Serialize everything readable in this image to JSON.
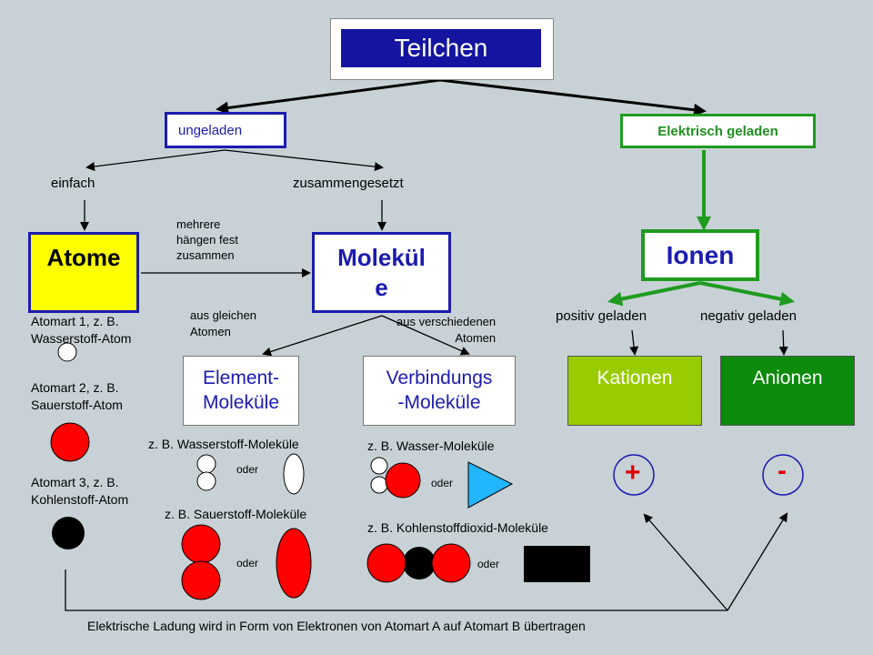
{
  "title": "Teilchen",
  "ungeladen": "ungeladen",
  "geladen": "Elektrisch geladen",
  "einfach": "einfach",
  "zusammengesetzt": "zusammengesetzt",
  "atome": "Atome",
  "molekuel_line1": "Molekül",
  "molekuel_line2": "e",
  "mehrere": [
    "mehrere",
    "hängen fest",
    "zusammen"
  ],
  "ionen": "Ionen",
  "positiv": "positiv geladen",
  "negativ": "negativ geladen",
  "aus_gleichen": [
    "aus gleichen",
    "Atomen"
  ],
  "aus_verschiedenen": [
    "aus verschiedenen",
    "Atomen"
  ],
  "element": [
    "Element-",
    "Moleküle"
  ],
  "verbindung": [
    "Verbindungs",
    "-Moleküle"
  ],
  "kationen": "Kationen",
  "anionen": "Anionen",
  "atomart1": [
    "Atomart 1, z. B.",
    "Wasserstoff-Atom"
  ],
  "atomart2": [
    "Atomart 2, z. B.",
    "Sauerstoff-Atom"
  ],
  "atomart3": [
    "Atomart 3, z. B.",
    "Kohlenstoff-Atom"
  ],
  "h2_label": "z. B. Wasserstoff-Moleküle",
  "o2_label": "z. B. Sauerstoff-Moleküle",
  "h2o_label": "z. B. Wasser-Moleküle",
  "co2_label": "z. B. Kohlenstoffdioxid-Moleküle",
  "oder": "oder",
  "plus": "+",
  "minus": "-",
  "footer": "Elektrische Ladung wird in Form von Elektronen von Atomart A auf Atomart B übertragen",
  "colors": {
    "blue": "#1414a0",
    "green": "#1f9b1f",
    "yellow": "#ffff00",
    "red": "#ff0000",
    "kationen": "#99cc00",
    "anionen": "#0b8a0b",
    "background": "#c8d2d6"
  }
}
